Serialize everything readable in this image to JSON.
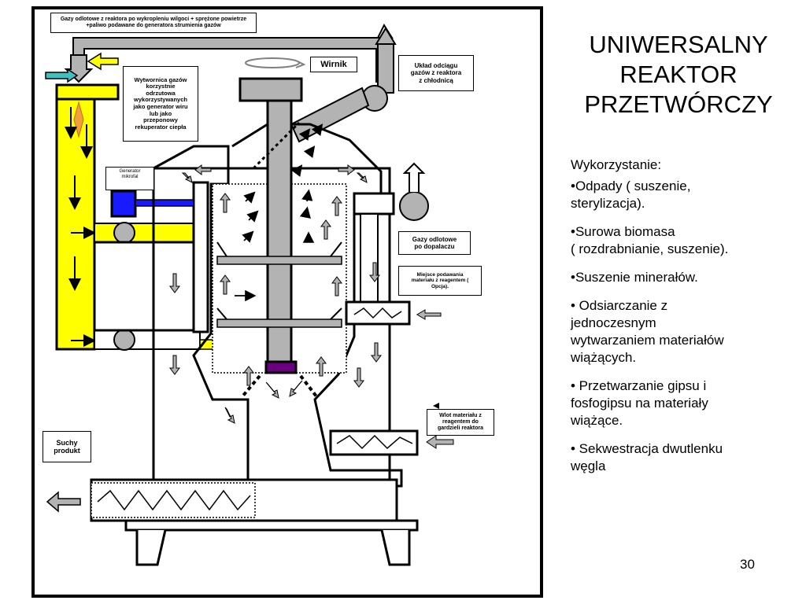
{
  "slide": {
    "title": "UNIWERSALNY\nREAKTOR\nPRZETWÓRCZY",
    "usage_heading": "Wykorzystanie:",
    "usage_items": [
      "•Odpady ( suszenie,\nsterylizacja).",
      "•Surowa biomasa\n( rozdrabnianie, suszenie).",
      "•Suszenie minerałów.",
      "• Odsiarczanie z\njednoczesnym\nwytwarzaniem materiałów\nwiążących.",
      "• Przetwarzanie gipsu i\nfosfogipsu na materiały\nwiążące.",
      "• Sekwestracja dwutlenku\nwęgla"
    ],
    "page_number": "30"
  },
  "diagram": {
    "labels": {
      "top_exhaust": "Gazy odlotowe z reaktora po wykropleniu wilgoci + sprężone powietrze\n+paliwo podawane do generatora strumienia gazów",
      "rotor": "Wirnik",
      "exhaust_system": "Układ odciągu\ngazów z reaktora\nz chłodnicą",
      "gas_generator": "Wytwornica  gazów\nkorzystnie\nodrzutowa\nwykorzystywanych\njako generator wiru\nlub jako\nprzeponowy\nrekuperator ciepła",
      "microwave_generator": "Generator\nmikrofal",
      "afterburner_gases": "Gazy odlotowe\npo dopalaczu",
      "reagent_feed": "Miejsce podawania\nmateriału z reagentem  (\nOpcja).",
      "material_inlet": "Wlot materiału z\nreagentem do\ngardzieli reaktora",
      "dry_product": "Suchy\nprodukt"
    },
    "colors": {
      "frame": "#000000",
      "yellow_duct": "#ffff00",
      "flame": "#f0a040",
      "motor_blue": "#1a1aff",
      "grey_part": "#b3b3b3",
      "cyan_arrow": "#40c0c0",
      "purple_disc": "#6a0080"
    }
  }
}
